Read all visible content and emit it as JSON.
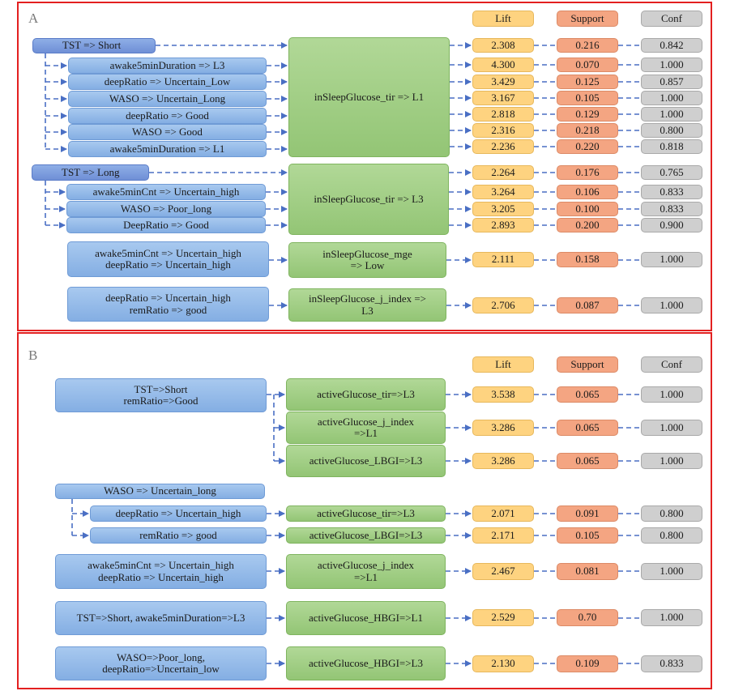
{
  "panels": {
    "a_letter": "A",
    "b_letter": "B"
  },
  "headers": {
    "lift": "Lift",
    "support": "Support",
    "conf": "Conf"
  },
  "a": {
    "g1": {
      "parent": "TST => Short",
      "children": [
        "awake5minDuration => L3",
        "deepRatio => Uncertain_Low",
        "WASO => Uncertain_Long",
        "deepRatio => Good",
        "WASO => Good",
        "awake5minDuration => L1"
      ],
      "target": "inSleepGlucose_tir => L1",
      "lift": [
        "2.308",
        "4.300",
        "3.429",
        "3.167",
        "2.818",
        "2.316",
        "2.236"
      ],
      "support": [
        "0.216",
        "0.070",
        "0.125",
        "0.105",
        "0.129",
        "0.218",
        "0.220"
      ],
      "conf": [
        "0.842",
        "1.000",
        "0.857",
        "1.000",
        "1.000",
        "0.800",
        "0.818"
      ]
    },
    "g2": {
      "parent": "TST => Long",
      "children": [
        "awake5minCnt => Uncertain_high",
        "WASO => Poor_long",
        "DeepRatio => Good"
      ],
      "target": "inSleepGlucose_tir => L3",
      "lift": [
        "2.264",
        "3.264",
        "3.205",
        "2.893"
      ],
      "support": [
        "0.176",
        "0.106",
        "0.100",
        "0.200"
      ],
      "conf": [
        "0.765",
        "0.833",
        "0.833",
        "0.900"
      ]
    },
    "r3": {
      "antecedent": "awake5minCnt => Uncertain_high\ndeepRatio => Uncertain_high",
      "target": "inSleepGlucose_mge\n=> Low",
      "lift": "2.111",
      "support": "0.158",
      "conf": "1.000"
    },
    "r4": {
      "antecedent": "deepRatio => Uncertain_high\nremRatio => good",
      "target": "inSleepGlucose_j_index =>\nL3",
      "lift": "2.706",
      "support": "0.087",
      "conf": "1.000"
    }
  },
  "b": {
    "g1": {
      "antecedent": "TST=>Short\nremRatio=>Good",
      "targets": [
        "activeGlucose_tir=>L3",
        "activeGlucose_j_index\n=>L1",
        "activeGlucose_LBGI=>L3"
      ],
      "lift": [
        "3.538",
        "3.286",
        "3.286"
      ],
      "support": [
        "0.065",
        "0.065",
        "0.065"
      ],
      "conf": [
        "1.000",
        "1.000",
        "1.000"
      ]
    },
    "g2": {
      "parent": "WASO => Uncertain_long",
      "children": [
        "deepRatio => Uncertain_high",
        "remRatio => good"
      ],
      "targets": [
        "activeGlucose_tir=>L3",
        "activeGlucose_LBGI=>L3"
      ],
      "lift": [
        "2.071",
        "2.171"
      ],
      "support": [
        "0.091",
        "0.105"
      ],
      "conf": [
        "0.800",
        "0.800"
      ]
    },
    "r3": {
      "antecedent": "awake5minCnt => Uncertain_high\ndeepRatio => Uncertain_high",
      "target": "activeGlucose_j_index\n=>L1",
      "lift": "2.467",
      "support": "0.081",
      "conf": "1.000"
    },
    "r4": {
      "antecedent": "TST=>Short, awake5minDuration=>L3",
      "target": "activeGlucose_HBGI=>L1",
      "lift": "2.529",
      "support": "0.70",
      "conf": "1.000"
    },
    "r5": {
      "antecedent": "WASO=>Poor_long,\ndeepRatio=>Uncertain_low",
      "target": "activeGlucose_HBGI=>L3",
      "lift": "2.130",
      "support": "0.109",
      "conf": "0.833"
    }
  },
  "colors": {
    "frame": "#e32020",
    "connector": "#4a6fc4",
    "rule": "#6b86c9",
    "lift": "#fed380",
    "support": "#f4a582",
    "conf": "#cfcfcf"
  }
}
